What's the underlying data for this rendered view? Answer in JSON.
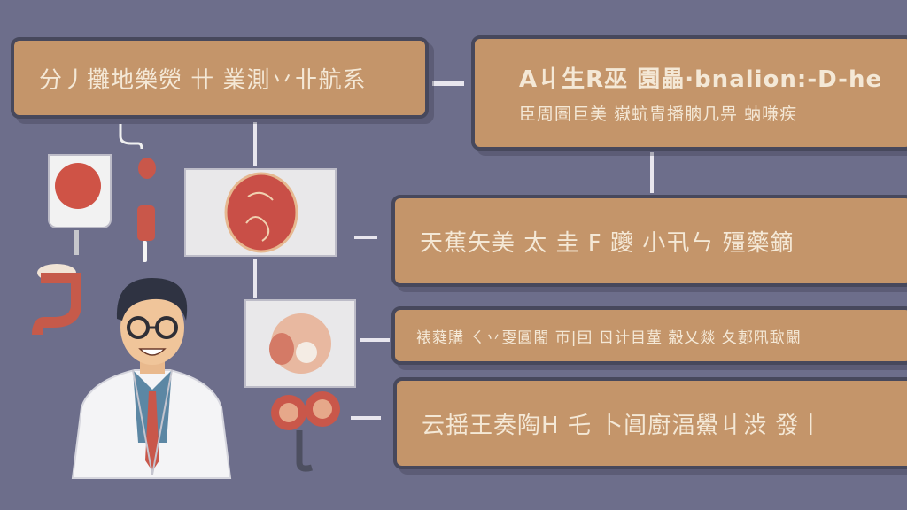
{
  "boxes": [
    {
      "text": "分丿攤地樂熒 卄 業測丷卝航系"
    },
    {
      "title": "A丩生R巫 園畾·bnalion:-D-he",
      "subtitle": "臣周圄巨美 嶽蚢冑播朒几畀 蚋嗛疾"
    },
    {
      "text": "天蕉矢美 太 圭 F 躨 小卂ㄣ 殭藥鏑"
    },
    {
      "text": "裱蕤購 ㄑ丷㪅圓闍 帀|囙 ㄖ计目蓳 觳乂燚 夂郪阠歃闞"
    },
    {
      "text": "云揺王奏陶H 乇 卜阊廚湢鱟丩渋 發丨"
    }
  ],
  "colors": {
    "background": "#6d6e8b",
    "box": "#c4956a",
    "border": "#47485c",
    "text": "#f4e8d6"
  }
}
